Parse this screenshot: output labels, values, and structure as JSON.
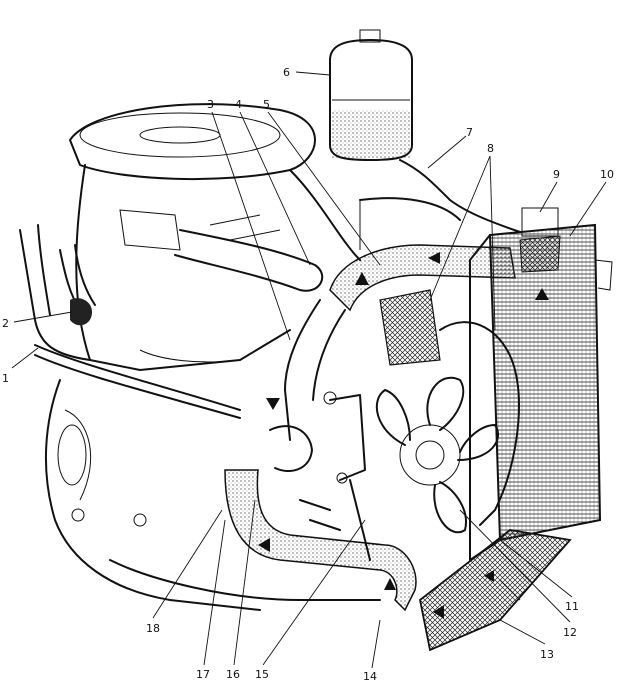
{
  "figure": {
    "callouts": [
      {
        "id": "1",
        "text": "1"
      },
      {
        "id": "2",
        "text": "2"
      },
      {
        "id": "3",
        "text": "3"
      },
      {
        "id": "4",
        "text": "4"
      },
      {
        "id": "5",
        "text": "5"
      },
      {
        "id": "6",
        "text": "6"
      },
      {
        "id": "7",
        "text": "7"
      },
      {
        "id": "8",
        "text": "8"
      },
      {
        "id": "9",
        "text": "9"
      },
      {
        "id": "10",
        "text": "10"
      },
      {
        "id": "11",
        "text": "11"
      },
      {
        "id": "12",
        "text": "12"
      },
      {
        "id": "13",
        "text": "13"
      },
      {
        "id": "14",
        "text": "14"
      },
      {
        "id": "15",
        "text": "15"
      },
      {
        "id": "16",
        "text": "16"
      },
      {
        "id": "17",
        "text": "17"
      },
      {
        "id": "18",
        "text": "18"
      }
    ]
  }
}
